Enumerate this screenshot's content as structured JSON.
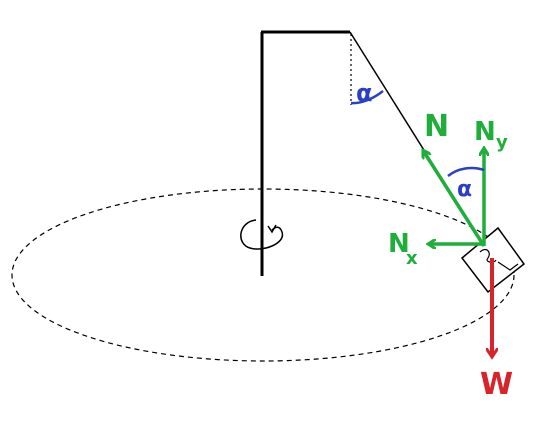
{
  "labels": {
    "alpha_top": "α",
    "alpha_force": "α",
    "normal": "N",
    "normal_y": "N",
    "normal_y_sub": "y",
    "normal_x": "N",
    "normal_x_sub": "x",
    "weight": "W"
  },
  "colors": {
    "structure": "#000000",
    "normal_force": "#1fae3a",
    "weight_force": "#d8232a",
    "angle_mark": "#2b3fc4"
  },
  "icons": {
    "rotation": "rotation-arrow-icon"
  }
}
